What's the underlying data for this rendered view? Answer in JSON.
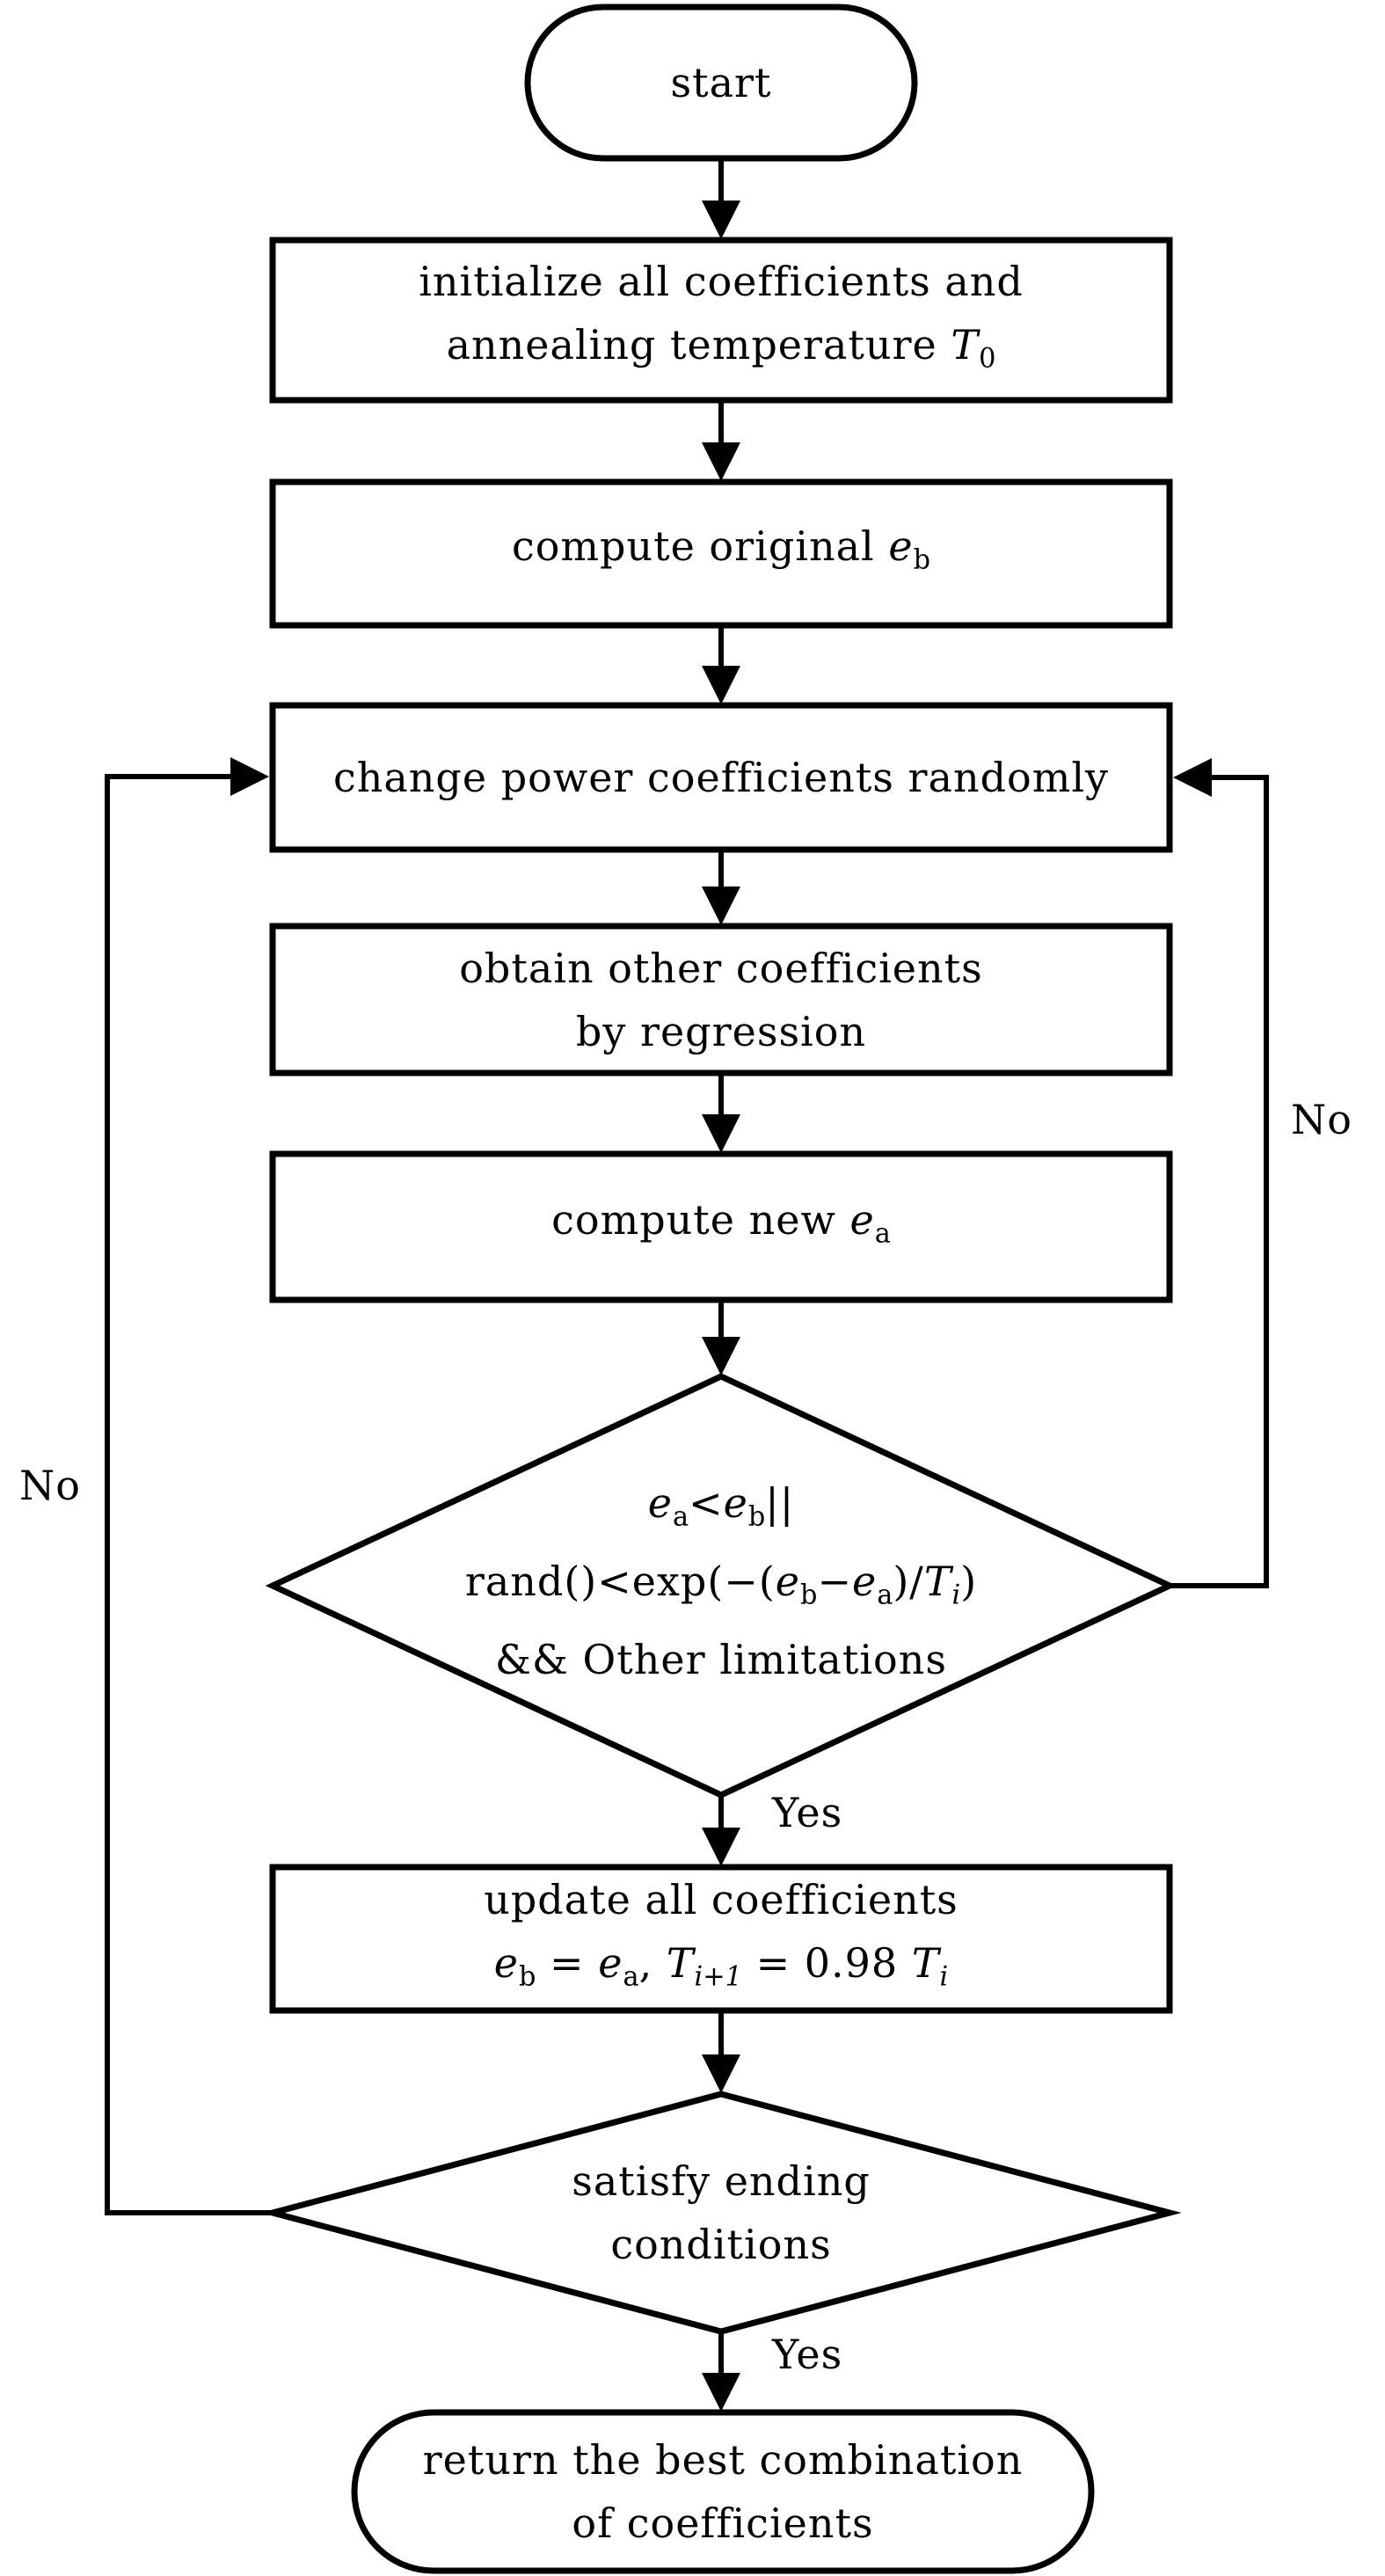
{
  "colors": {
    "stroke": "#000000",
    "background": "#ffffff"
  },
  "flowchart": {
    "nodes": {
      "start": {
        "type": "terminator",
        "label": "start"
      },
      "init": {
        "type": "process",
        "lines": [
          [
            [
              "r",
              "initialize all coefficients and"
            ]
          ],
          [
            [
              "r",
              "annealing temperature "
            ],
            [
              "v",
              "T"
            ],
            [
              "sub",
              "0"
            ]
          ]
        ]
      },
      "orig_eb": {
        "type": "process",
        "lines": [
          [
            [
              "r",
              "compute original "
            ],
            [
              "v",
              "e"
            ],
            [
              "sub",
              "b"
            ]
          ]
        ]
      },
      "change": {
        "type": "process",
        "lines": [
          [
            [
              "r",
              "change power coefficients randomly"
            ]
          ]
        ]
      },
      "regress": {
        "type": "process",
        "lines": [
          [
            [
              "r",
              "obtain other coefficients"
            ]
          ],
          [
            [
              "r",
              "by regression"
            ]
          ]
        ]
      },
      "new_ea": {
        "type": "process",
        "lines": [
          [
            [
              "r",
              "compute new "
            ],
            [
              "v",
              "e"
            ],
            [
              "sub",
              "a"
            ]
          ]
        ]
      },
      "accept": {
        "type": "decision",
        "lines": [
          [
            [
              "v",
              "e"
            ],
            [
              "sub",
              "a"
            ],
            [
              "r",
              "<"
            ],
            [
              "v",
              "e"
            ],
            [
              "sub",
              "b"
            ],
            [
              "r",
              "||"
            ]
          ],
          [
            [
              "r",
              "rand()<exp(−("
            ],
            [
              "v",
              "e"
            ],
            [
              "sub",
              "b"
            ],
            [
              "r",
              "−"
            ],
            [
              "v",
              "e"
            ],
            [
              "sub",
              "a"
            ],
            [
              "r",
              ")/"
            ],
            [
              "v",
              "T"
            ],
            [
              "subv",
              "i"
            ],
            [
              "r",
              ")"
            ]
          ],
          [
            [
              "r",
              "&& Other limitations"
            ]
          ]
        ]
      },
      "update": {
        "type": "process",
        "lines": [
          [
            [
              "r",
              "update all coefficients"
            ]
          ],
          [
            [
              "v",
              "e"
            ],
            [
              "sub",
              "b"
            ],
            [
              "r",
              " = "
            ],
            [
              "v",
              "e"
            ],
            [
              "sub",
              "a"
            ],
            [
              "r",
              ", "
            ],
            [
              "v",
              "T"
            ],
            [
              "subv",
              "i+1"
            ],
            [
              "r",
              " = 0.98 "
            ],
            [
              "v",
              "T"
            ],
            [
              "subv",
              "i"
            ]
          ]
        ]
      },
      "ending": {
        "type": "decision",
        "lines": [
          [
            [
              "r",
              "satisfy ending"
            ]
          ],
          [
            [
              "r",
              "conditions"
            ]
          ]
        ]
      },
      "end": {
        "type": "terminator",
        "lines": [
          [
            [
              "r",
              "return the best combination"
            ]
          ],
          [
            [
              "r",
              "of coefficients"
            ]
          ]
        ]
      }
    },
    "edge_labels": {
      "accept_yes": "Yes",
      "accept_no": "No",
      "ending_yes": "Yes",
      "ending_no": "No"
    }
  }
}
